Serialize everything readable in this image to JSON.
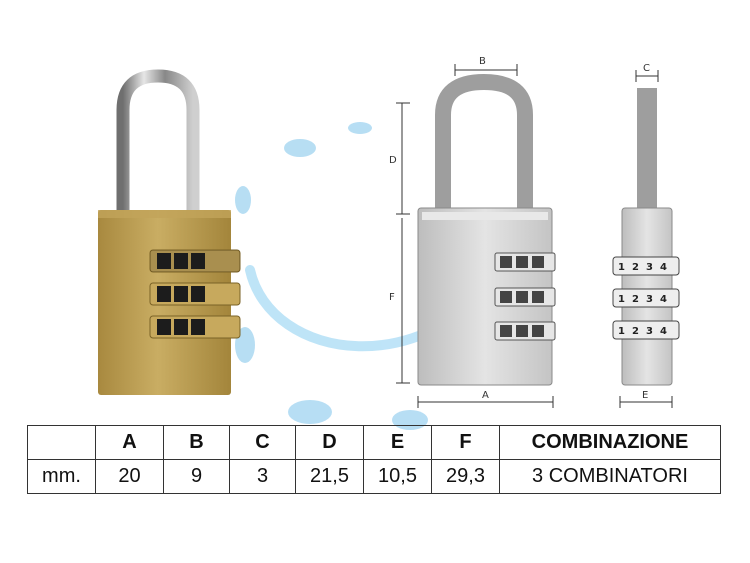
{
  "diagram_labels": {
    "B": "B",
    "C": "C",
    "D": "D",
    "F": "F",
    "A": "A",
    "E": "E"
  },
  "dial_numbers": [
    "1",
    "2",
    "3",
    "4"
  ],
  "colors": {
    "brass": "#b89a4e",
    "steel": "#c9c9c9",
    "shackle_grey": "#9e9e9e",
    "watermark": "#9fd3f0"
  },
  "table": {
    "headers": [
      "",
      "A",
      "B",
      "C",
      "D",
      "E",
      "F",
      "COMBINAZIONE"
    ],
    "row": [
      "mm.",
      "20",
      "9",
      "3",
      "21,5",
      "10,5",
      "29,3",
      "3 COMBINATORI"
    ]
  }
}
